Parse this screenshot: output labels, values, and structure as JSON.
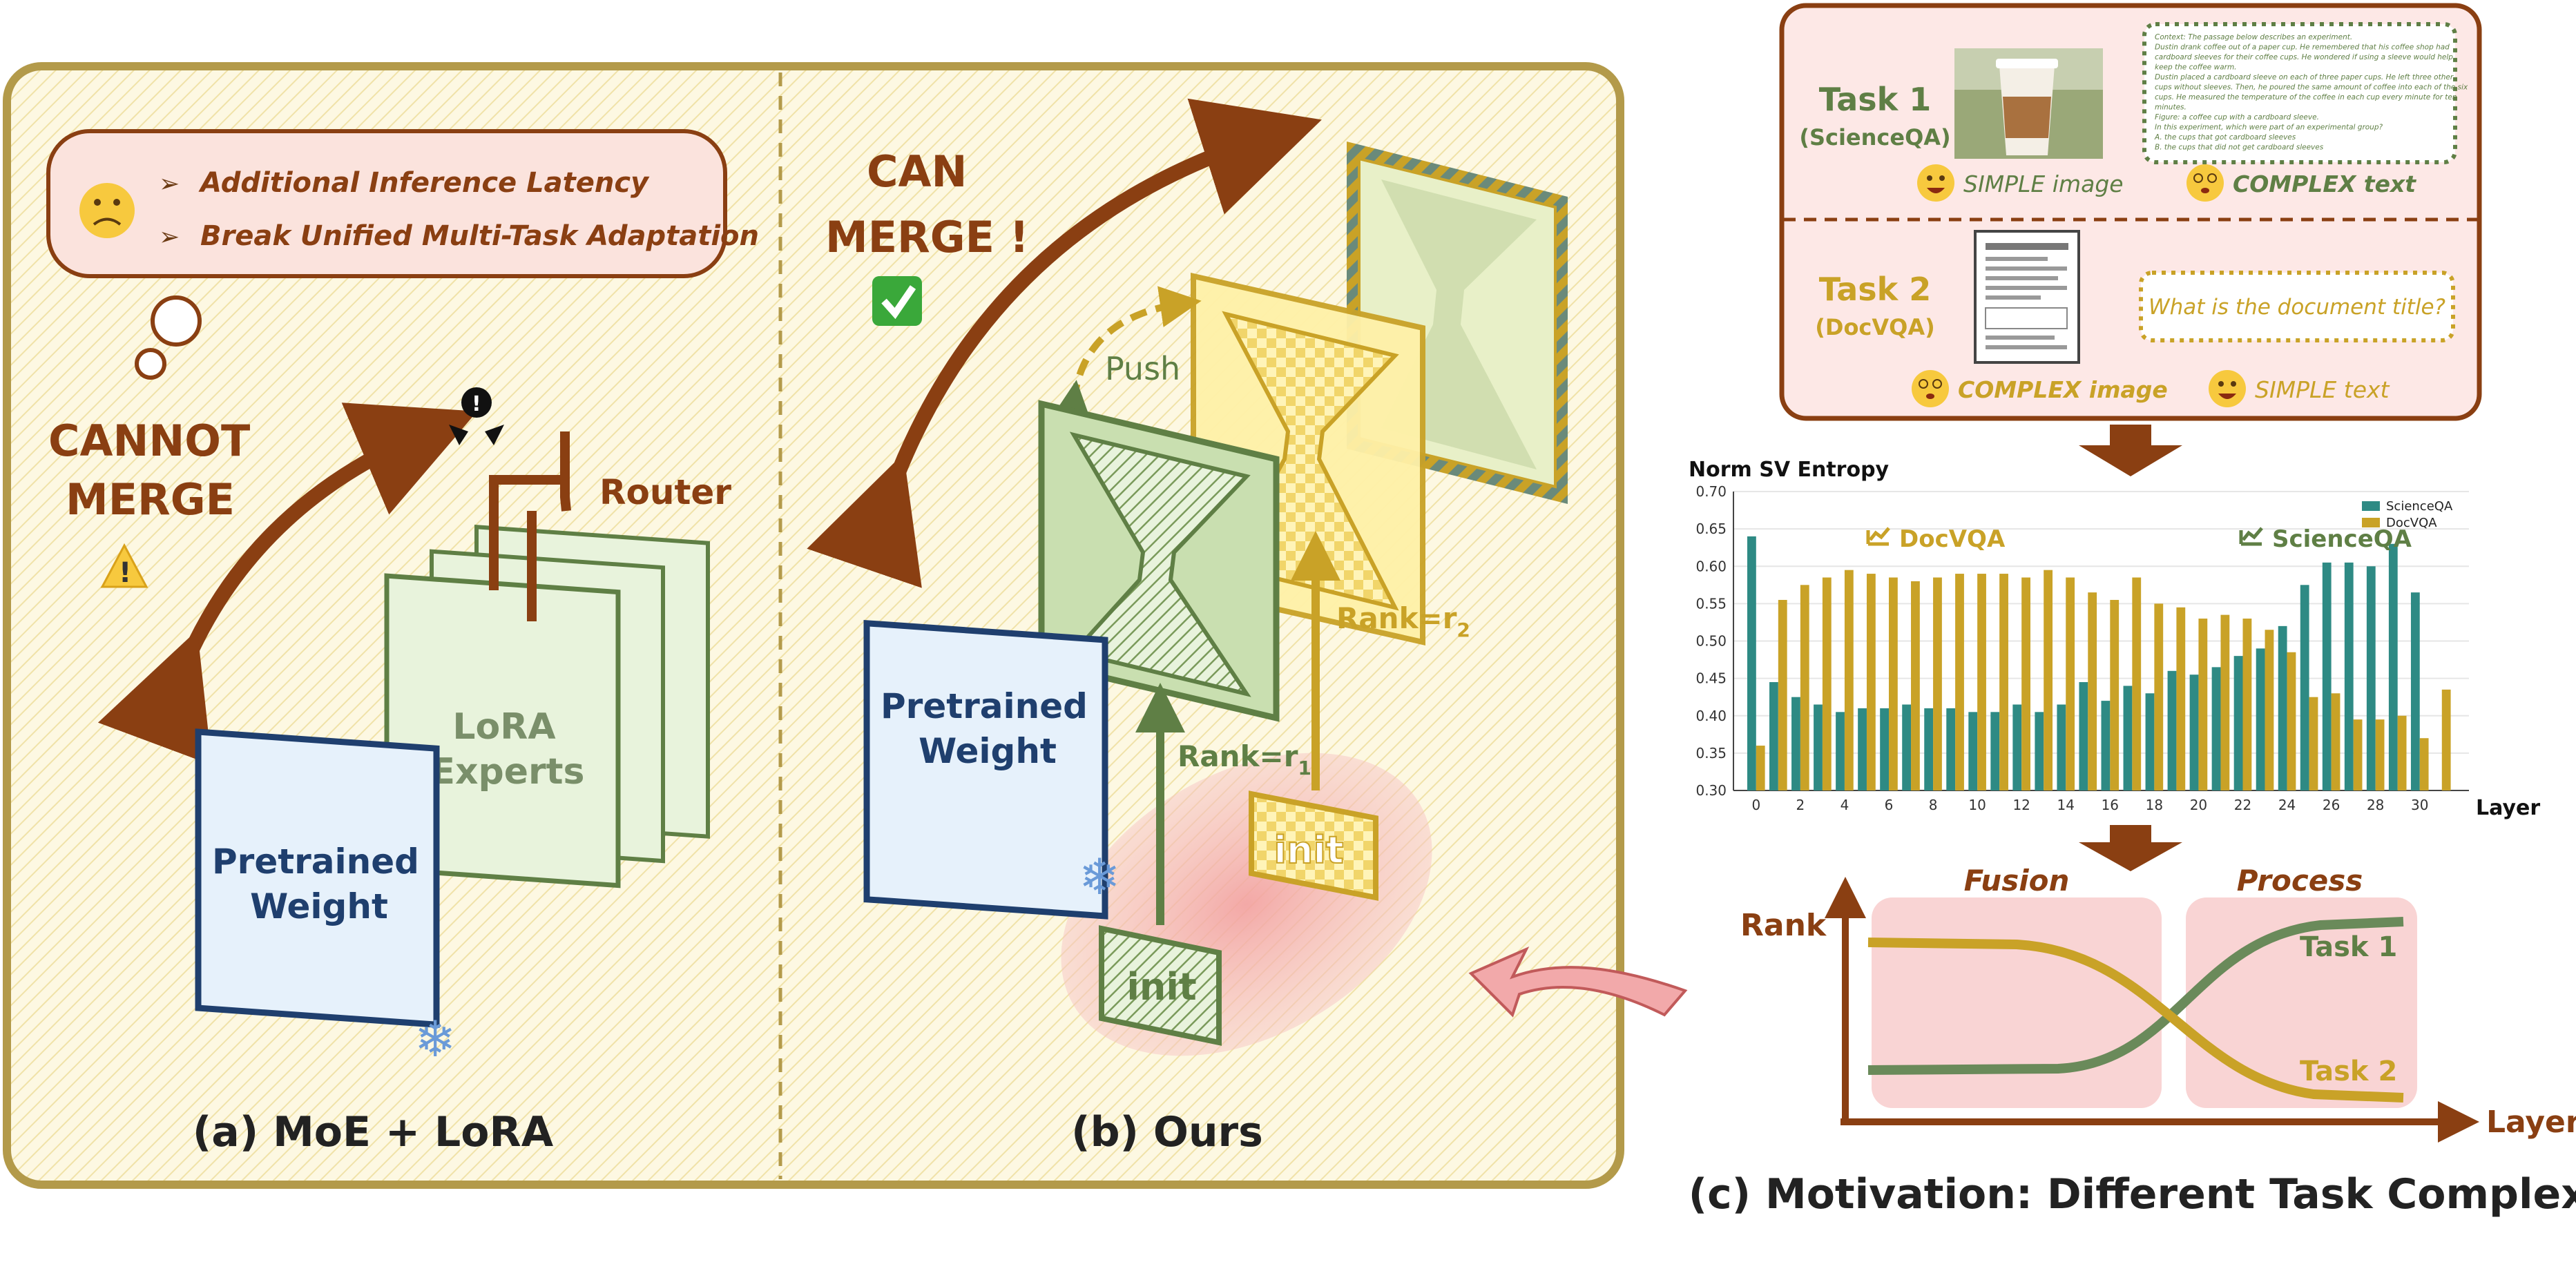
{
  "panel_a": {
    "bubble_line1": "Additional Inference Latency",
    "bubble_line2": "Break Unified Multi-Task Adaptation",
    "cannot_line1": "CANNOT",
    "cannot_line2": "MERGE",
    "router_label": "Router",
    "experts_line1": "LoRA",
    "experts_line2": "Experts",
    "pretrained_line1": "Pretrained",
    "pretrained_line2": "Weight",
    "caption": "(a) MoE + LoRA"
  },
  "panel_b": {
    "can_line1": "CAN",
    "can_line2": "MERGE !",
    "push_label": "Push",
    "pretrained_line1": "Pretrained",
    "pretrained_line2": "Weight",
    "rank1_label": "Rank=r",
    "rank1_sub": "1",
    "rank2_label": "Rank=r",
    "rank2_sub": "2",
    "init1": "init",
    "init2": "init",
    "caption": "(b) Ours"
  },
  "panel_c": {
    "task1_name": "Task 1",
    "task1_dataset": "(ScienceQA)",
    "task1_image_tag": "SIMPLE image",
    "task1_text_tag": "COMPLEX text",
    "task1_context": [
      "Context: The passage below describes an experiment.",
      "Dustin drank coffee out of a paper cup. He remembered that his coffee shop had",
      "cardboard sleeves for their coffee cups. He wondered if using a sleeve would help",
      "keep the coffee warm.",
      "Dustin placed a cardboard sleeve on each of three paper cups. He left three other",
      "cups without sleeves. Then, he poured the same amount of coffee into each of the six",
      "cups. He measured the temperature of the coffee in each cup every minute for ten",
      "minutes.",
      "Figure: a coffee cup with a cardboard sleeve.",
      "In this experiment, which were part of an experimental group?",
      "A. the cups that got cardboard sleeves",
      "B. the cups that did not get cardboard sleeves"
    ],
    "task2_name": "Task 2",
    "task2_dataset": "(DocVQA)",
    "task2_question": "What is the document title?",
    "task2_image_tag": "COMPLEX image",
    "task2_text_tag": "SIMPLE text",
    "fusion_label": "Fusion",
    "process_label": "Process",
    "rank_axis": "Rank",
    "layer_axis": "Layer",
    "curve_task1": "Task 1",
    "curve_task2": "Task 2",
    "caption": "(c) Motivation: Different Task Complexity"
  },
  "chart_data": {
    "type": "bar",
    "title": "Norm SV Entropy",
    "xlabel": "Layer",
    "ylim": [
      0.3,
      0.7
    ],
    "yticks": [
      "0.30",
      "0.35",
      "0.40",
      "0.45",
      "0.50",
      "0.55",
      "0.60",
      "0.65",
      "0.70"
    ],
    "xticks": [
      "0",
      "2",
      "4",
      "6",
      "8",
      "10",
      "12",
      "14",
      "16",
      "18",
      "20",
      "22",
      "24",
      "26",
      "28",
      "30"
    ],
    "annotation_docvqa": "DocVQA",
    "annotation_scienceqa": "ScienceQA",
    "legend_placement": "top-right",
    "categories": [
      0,
      1,
      2,
      3,
      4,
      5,
      6,
      7,
      8,
      9,
      10,
      11,
      12,
      13,
      14,
      15,
      16,
      17,
      18,
      19,
      20,
      21,
      22,
      23,
      24,
      25,
      26,
      27,
      28,
      29,
      30,
      31
    ],
    "series": [
      {
        "name": "ScienceQA",
        "color": "#2e8a84",
        "values": [
          0.64,
          0.445,
          0.425,
          0.415,
          0.405,
          0.41,
          0.41,
          0.415,
          0.41,
          0.41,
          0.405,
          0.405,
          0.415,
          0.405,
          0.415,
          0.445,
          0.42,
          0.44,
          0.43,
          0.46,
          0.455,
          0.465,
          0.48,
          0.49,
          0.52,
          0.575,
          0.605,
          0.605,
          0.6,
          0.63,
          0.565,
          0.0
        ]
      },
      {
        "name": "DocVQA",
        "color": "#c9a227",
        "values": [
          0.36,
          0.555,
          0.575,
          0.585,
          0.595,
          0.59,
          0.585,
          0.58,
          0.585,
          0.59,
          0.59,
          0.59,
          0.585,
          0.595,
          0.585,
          0.565,
          0.555,
          0.585,
          0.55,
          0.545,
          0.53,
          0.535,
          0.53,
          0.515,
          0.485,
          0.425,
          0.43,
          0.395,
          0.395,
          0.4,
          0.37,
          0.435
        ]
      }
    ]
  },
  "colors": {
    "panel_border": "#b39a4a",
    "panel_fill": "#fdf8e2",
    "brown": "#8a3f12",
    "green": "#6a8a4a",
    "blue": "#1f3f6e",
    "gold": "#c9a227"
  }
}
